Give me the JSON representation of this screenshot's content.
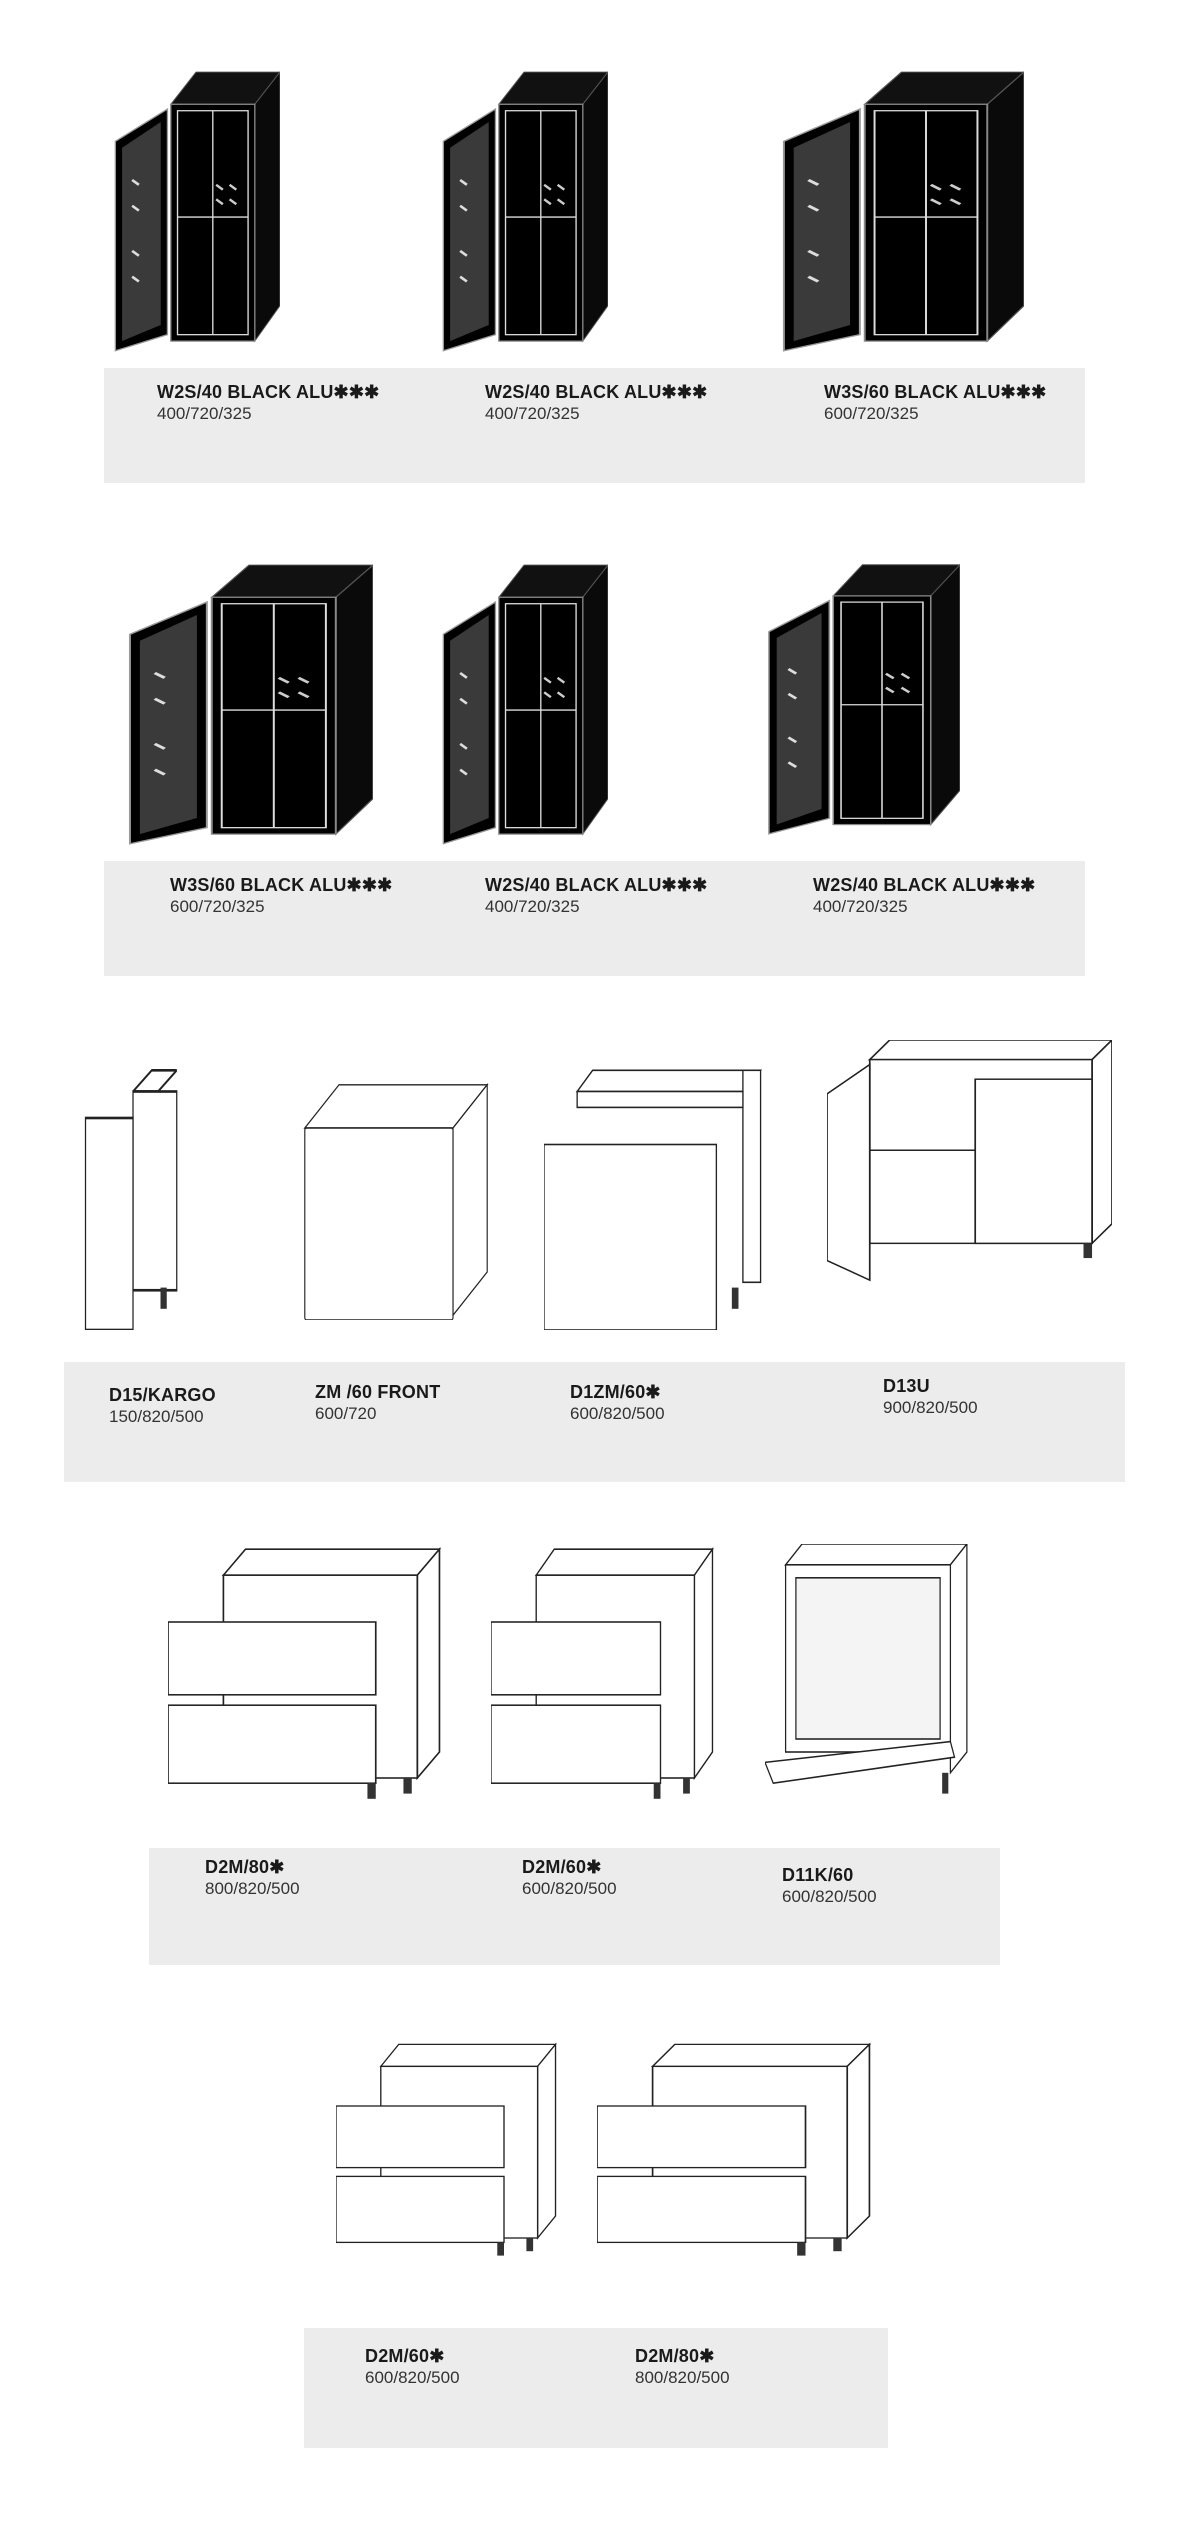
{
  "rows": [
    {
      "items": [
        {
          "title": "W2S/40 BLACK ALU✱✱✱",
          "dims": "400/720/325",
          "icon": "wall-cabinet-glass-door"
        },
        {
          "title": "W2S/40 BLACK ALU✱✱✱",
          "dims": "400/720/325",
          "icon": "wall-cabinet-glass-door"
        },
        {
          "title": "W3S/60 BLACK ALU✱✱✱",
          "dims": "600/720/325",
          "icon": "wall-cabinet-glass-door"
        }
      ]
    },
    {
      "items": [
        {
          "title": "W3S/60 BLACK ALU✱✱✱",
          "dims": "600/720/325",
          "icon": "wall-cabinet-glass-door"
        },
        {
          "title": "W2S/40 BLACK ALU✱✱✱",
          "dims": "400/720/325",
          "icon": "wall-cabinet-glass-door"
        },
        {
          "title": "W2S/40 BLACK ALU✱✱✱",
          "dims": "400/720/325",
          "icon": "wall-cabinet-glass-door"
        }
      ]
    },
    {
      "items": [
        {
          "title": "D15/KARGO",
          "dims": "150/820/500",
          "icon": "pullout-cabinet"
        },
        {
          "title": "ZM /60 FRONT",
          "dims": "600/720",
          "icon": "front-panel"
        },
        {
          "title": "D1ZM/60✱",
          "dims": "600/820/500",
          "icon": "dishwasher-cabinet"
        },
        {
          "title": "D13U",
          "dims": "900/820/500",
          "icon": "corner-cabinet"
        }
      ]
    },
    {
      "items": [
        {
          "title": "D2M/80✱",
          "dims": "800/820/500",
          "icon": "drawer-cabinet"
        },
        {
          "title": "D2M/60✱",
          "dims": "600/820/500",
          "icon": "drawer-cabinet"
        },
        {
          "title": "D11K/60",
          "dims": "600/820/500",
          "icon": "oven-cabinet"
        }
      ]
    },
    {
      "items": [
        {
          "title": "D2M/60✱",
          "dims": "600/820/500",
          "icon": "drawer-cabinet"
        },
        {
          "title": "D2M/80✱",
          "dims": "800/820/500",
          "icon": "drawer-cabinet"
        }
      ]
    }
  ]
}
